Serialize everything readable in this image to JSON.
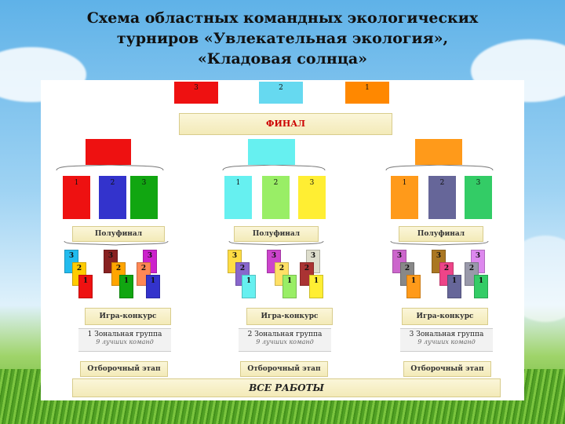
{
  "title": {
    "line1": "Схема областных командных экологических",
    "line2": "турниров «Увлекательная экология»,",
    "line3": "«Кладовая солнца»"
  },
  "final": {
    "places": [
      "3",
      "2",
      "1"
    ],
    "colors": [
      "#ee1111",
      "#66d9f0",
      "#ff8800"
    ],
    "label": "ФИНАЛ"
  },
  "groups": [
    {
      "head_color": "#ee1111",
      "places": [
        "1",
        "2",
        "3"
      ],
      "place_colors": [
        "#ee1111",
        "#3333cc",
        "#11a611"
      ],
      "semifinal_label": "Полуфинал",
      "quiz_label": "Игра-конкурс",
      "zone_label": "1 Зональная группа",
      "zone_note": "9 лучших команд",
      "qualify_label": "Отборочный этап",
      "small_cards": [
        {
          "n": "3",
          "color": "#22bbee"
        },
        {
          "n": "3",
          "color": "#882222"
        },
        {
          "n": "3",
          "color": "#cc22cc"
        },
        {
          "n": "2",
          "color": "#ffcc00"
        },
        {
          "n": "2",
          "color": "#ffa500"
        },
        {
          "n": "2",
          "color": "#ff8855"
        },
        {
          "n": "1",
          "color": "#ee1111"
        },
        {
          "n": "1",
          "color": "#11a611"
        },
        {
          "n": "1",
          "color": "#3333cc"
        }
      ]
    },
    {
      "head_color": "#66f0f0",
      "places": [
        "1",
        "2",
        "3"
      ],
      "place_colors": [
        "#66f0f0",
        "#99ee66",
        "#ffee33"
      ],
      "semifinal_label": "Полуфинал",
      "quiz_label": "Игра-конкурс",
      "zone_label": "2 Зональная группа",
      "zone_note": "9 лучших команд",
      "qualify_label": "Отборочный этап",
      "small_cards": [
        {
          "n": "3",
          "color": "#ffdd44"
        },
        {
          "n": "3",
          "color": "#cc44cc"
        },
        {
          "n": "3",
          "color": "#ddddcc"
        },
        {
          "n": "2",
          "color": "#8866cc"
        },
        {
          "n": "2",
          "color": "#ffe066"
        },
        {
          "n": "2",
          "color": "#aa3333"
        },
        {
          "n": "1",
          "color": "#66f0f0"
        },
        {
          "n": "1",
          "color": "#99ee66"
        },
        {
          "n": "1",
          "color": "#ffee33"
        }
      ]
    },
    {
      "head_color": "#ff9a1a",
      "places": [
        "1",
        "2",
        "3"
      ],
      "place_colors": [
        "#ff9a1a",
        "#666699",
        "#33cc66"
      ],
      "semifinal_label": "Полуфинал",
      "quiz_label": "Игра-конкурс",
      "zone_label": "3 Зональная группа",
      "zone_note": "9 лучших команд",
      "qualify_label": "Отборочный этап",
      "small_cards": [
        {
          "n": "3",
          "color": "#cc66cc"
        },
        {
          "n": "3",
          "color": "#aa7722"
        },
        {
          "n": "3",
          "color": "#dd88ee"
        },
        {
          "n": "2",
          "color": "#888888"
        },
        {
          "n": "2",
          "color": "#ee4488"
        },
        {
          "n": "2",
          "color": "#9999aa"
        },
        {
          "n": "1",
          "color": "#ff9a1a"
        },
        {
          "n": "1",
          "color": "#666699"
        },
        {
          "n": "1",
          "color": "#33cc66"
        }
      ]
    }
  ],
  "all_works": "ВСЕ РАБОТЫ"
}
